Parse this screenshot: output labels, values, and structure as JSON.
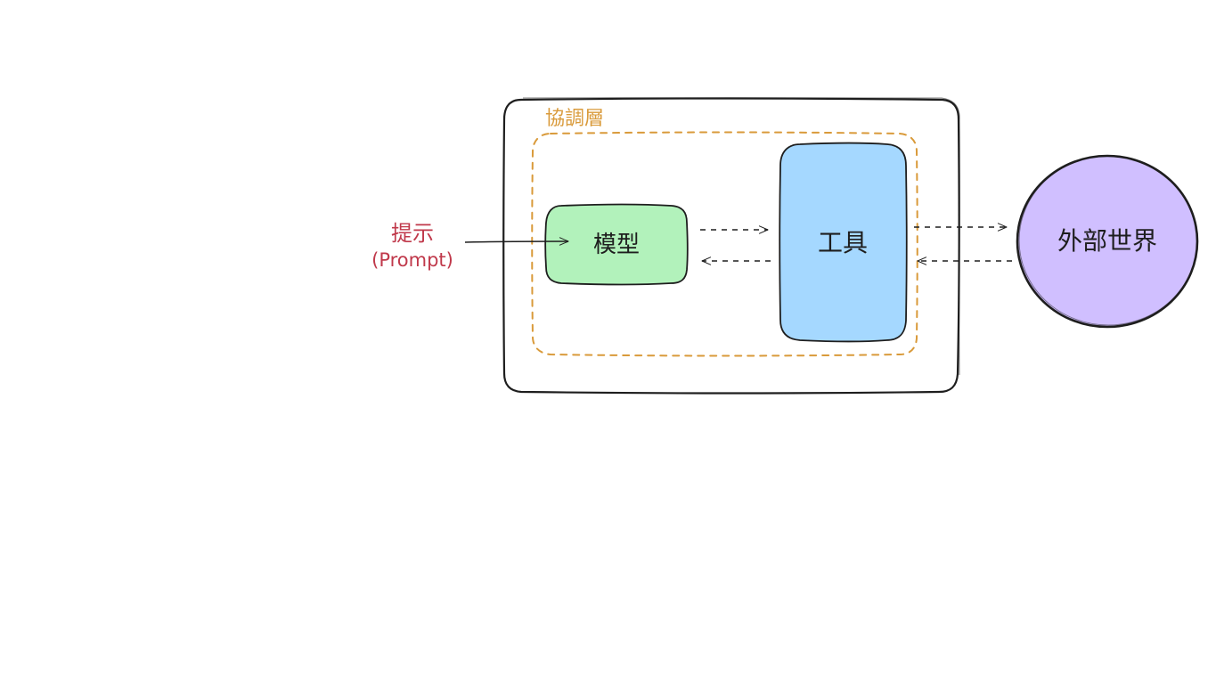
{
  "diagram": {
    "orchestration_label": "協調層",
    "model_label": "模型",
    "tools_label": "工具",
    "world_label": "外部世界",
    "prompt_label_line1": "提示",
    "prompt_label_line2": "(Prompt)"
  },
  "colors": {
    "outline": "#1e1e1e",
    "orchestration": "#d99a3a",
    "prompt": "#c0394b",
    "model_fill": "#b2f2bb",
    "tools_fill": "#a5d8ff",
    "world_fill": "#d0bfff"
  }
}
